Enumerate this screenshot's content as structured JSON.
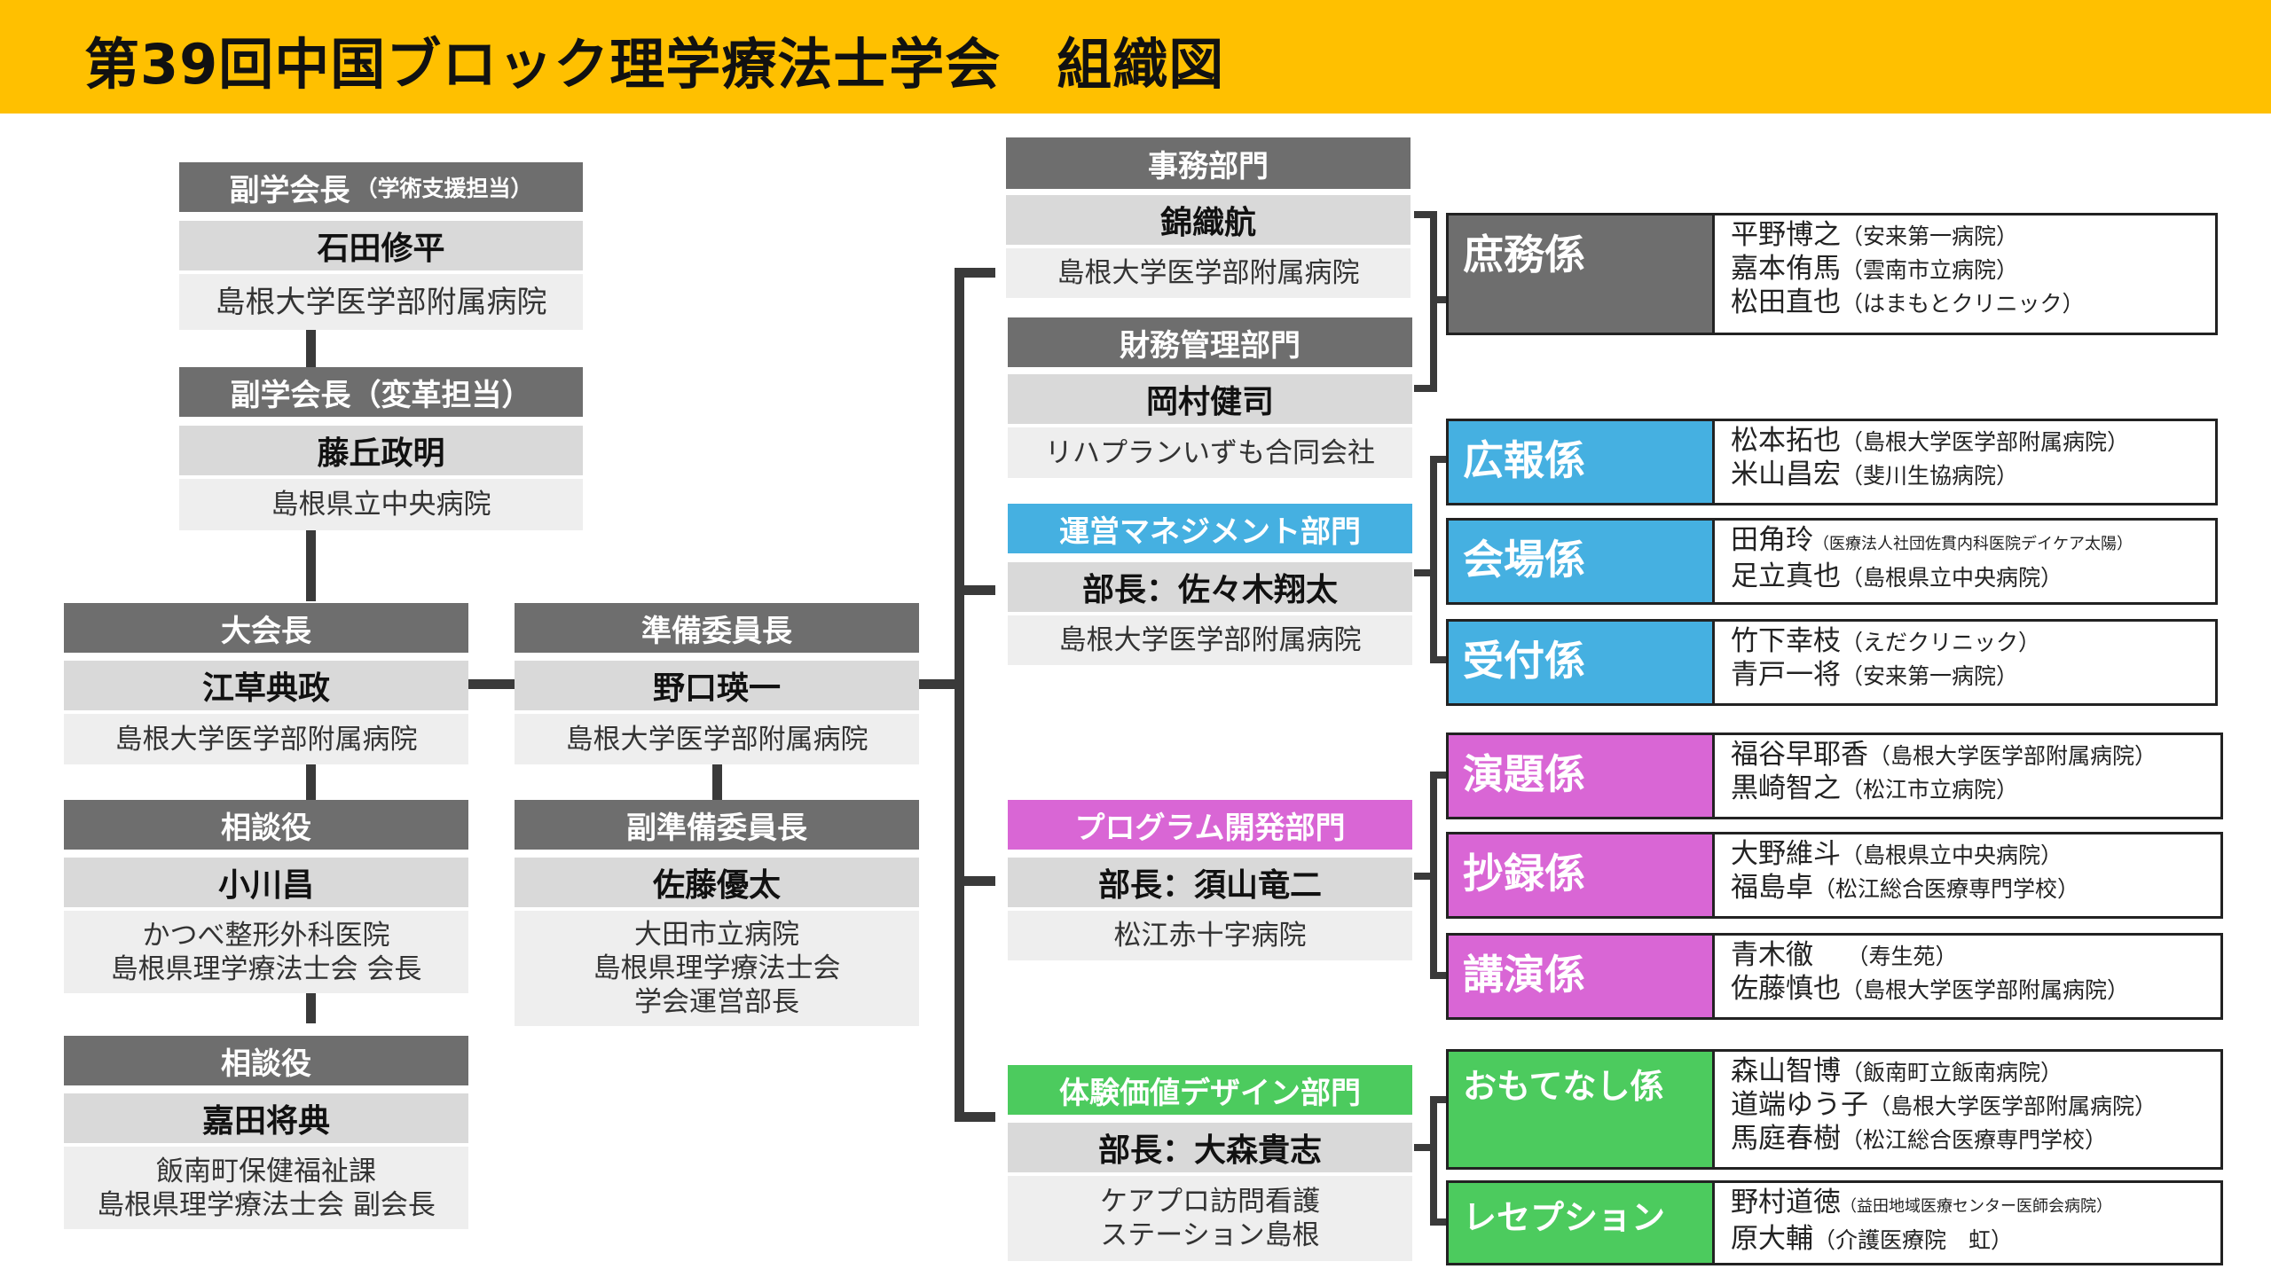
{
  "title": "第39回中国ブロック理学療法士学会　組織図",
  "colors": {
    "banner": "#FFC000",
    "header_gray": "#6E6E6E",
    "name_bg": "#D9D9D9",
    "affil_bg": "#EEEEEE",
    "admin": "#6E6E6E",
    "management": "#45B0E1",
    "program": "#D966D5",
    "experience": "#4CCB5E"
  },
  "left": {
    "vp1": {
      "title": "副学会長",
      "note": "（学術支援担当）",
      "name": "石田修平",
      "affil": "島根大学医学部附属病院"
    },
    "vp2": {
      "title": "副学会長（変革担当）",
      "name": "藤丘政明",
      "affil": "島根県立中央病院"
    },
    "president": {
      "title": "大会長",
      "name": "江草典政",
      "affil": "島根大学医学部附属病院"
    },
    "advisor1": {
      "title": "相談役",
      "name": "小川昌",
      "affil1": "かつべ整形外科医院",
      "affil2": "島根県理学療法士会 会長"
    },
    "advisor2": {
      "title": "相談役",
      "name": "嘉田将典",
      "affil1": "飯南町保健福祉課",
      "affil2": "島根県理学療法士会 副会長"
    }
  },
  "prep": {
    "chair": {
      "title": "準備委員長",
      "name": "野口瑛一",
      "affil": "島根大学医学部附属病院"
    },
    "vice": {
      "title": "副準備委員長",
      "name": "佐藤優太",
      "affil1": "大田市立病院",
      "affil2": "島根県理学療法士会",
      "affil3": "学会運営部長"
    }
  },
  "departments": {
    "admin": {
      "title": "事務部門",
      "name": "錦織航",
      "affil": "島根大学医学部附属病院"
    },
    "finance": {
      "title": "財務管理部門",
      "name": "岡村健司",
      "affil": "リハプランいずも合同会社"
    },
    "management": {
      "title": "運営マネジメント部門",
      "name": "部長：佐々木翔太",
      "affil": "島根大学医学部附属病院"
    },
    "program": {
      "title": "プログラム開発部門",
      "name": "部長：須山竜二",
      "affil": "松江赤十字病院"
    },
    "experience": {
      "title": "体験価値デザイン部門",
      "name": "部長：大森貴志",
      "affil1": "ケアプロ訪問看護",
      "affil2": "ステーション島根"
    }
  },
  "sections": {
    "general": {
      "label": "庶務係",
      "members": [
        {
          "name": "平野博之",
          "aff": "（安来第一病院）"
        },
        {
          "name": "嘉本侑馬",
          "aff": "（雲南市立病院）"
        },
        {
          "name": "松田直也",
          "aff": "（はまもとクリニック）"
        }
      ]
    },
    "pr": {
      "label": "広報係",
      "members": [
        {
          "name": "松本拓也",
          "aff": "（島根大学医学部附属病院）"
        },
        {
          "name": "米山昌宏",
          "aff": "（斐川生協病院）"
        }
      ]
    },
    "venue": {
      "label": "会場係",
      "members": [
        {
          "name": "田角玲",
          "aff": "（医療法人社団佐貫内科医院デイケア太陽）"
        },
        {
          "name": "足立真也",
          "aff": "（島根県立中央病院）"
        }
      ]
    },
    "reception": {
      "label": "受付係",
      "members": [
        {
          "name": "竹下幸枝",
          "aff": "（えだクリニック）"
        },
        {
          "name": "青戸一将",
          "aff": "（安来第一病院）"
        }
      ]
    },
    "topics": {
      "label": "演題係",
      "members": [
        {
          "name": "福谷早耶香",
          "aff": "（島根大学医学部附属病院）"
        },
        {
          "name": "黒崎智之",
          "aff": "（松江市立病院）"
        }
      ]
    },
    "abstracts": {
      "label": "抄録係",
      "members": [
        {
          "name": "大野維斗",
          "aff": "（島根県立中央病院）"
        },
        {
          "name": "福島卓",
          "aff": "（松江総合医療専門学校）"
        }
      ]
    },
    "lectures": {
      "label": "講演係",
      "members": [
        {
          "name": "青木徹",
          "aff": "　　（寿生苑）"
        },
        {
          "name": "佐藤慎也",
          "aff": "（島根大学医学部附属病院）"
        }
      ]
    },
    "hospitality": {
      "label": "おもてなし係",
      "members": [
        {
          "name": "森山智博",
          "aff": "（飯南町立飯南病院）"
        },
        {
          "name": "道端ゆう子",
          "aff": "（島根大学医学部附属病院）"
        },
        {
          "name": "馬庭春樹",
          "aff": "（松江総合医療専門学校）"
        }
      ]
    },
    "reception_desk": {
      "label": "レセプション",
      "members": [
        {
          "name": "野村道徳",
          "aff": "（益田地域医療センター医師会病院）"
        },
        {
          "name": "原大輔",
          "aff": "（介護医療院　虹）"
        }
      ]
    }
  }
}
